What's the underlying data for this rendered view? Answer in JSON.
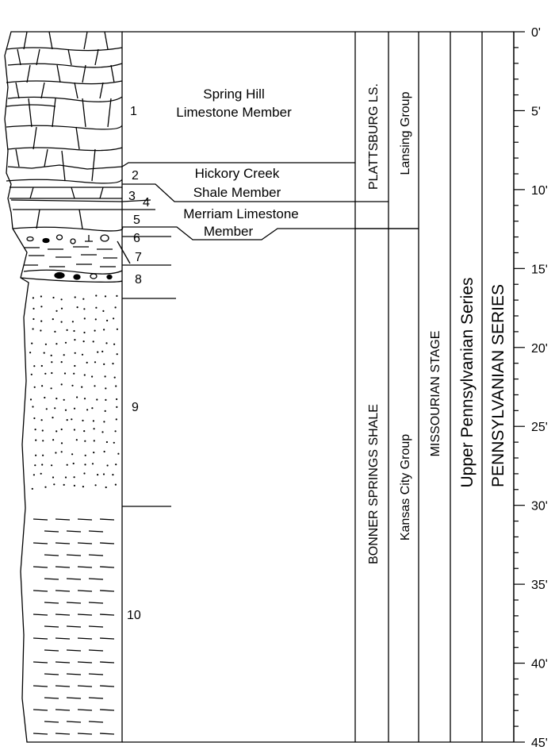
{
  "scale": {
    "unit_suffix": "'",
    "min_ft": 0,
    "max_ft": 45,
    "ticks": [
      "0'",
      "5'",
      "10'",
      "15'",
      "20'",
      "25'",
      "30'",
      "35'",
      "40'",
      "45'"
    ]
  },
  "beds": [
    {
      "number": "1",
      "name_lines": [
        "Spring Hill",
        "Limestone Member"
      ]
    },
    {
      "number": "2",
      "name_lines": [
        "Hickory Creek",
        "Shale Member"
      ]
    },
    {
      "number": "3",
      "name_lines": []
    },
    {
      "number": "4",
      "name_lines": []
    },
    {
      "number": "5",
      "name_lines": [
        "Merriam Limestone",
        "Member"
      ]
    },
    {
      "number": "6",
      "name_lines": []
    },
    {
      "number": "7",
      "name_lines": []
    },
    {
      "number": "8",
      "name_lines": []
    },
    {
      "number": "9",
      "name_lines": []
    },
    {
      "number": "10",
      "name_lines": []
    }
  ],
  "units": {
    "formation_upper": "PLATTSBURG LS.",
    "formation_lower": "BONNER SPRINGS SHALE",
    "group_upper": "Lansing Group",
    "group_lower": "Kansas City Group",
    "stage": "MISSOURIAN STAGE",
    "series": "Upper Pennsylvanian Series",
    "system": "PENNSYLVANIAN SERIES"
  }
}
